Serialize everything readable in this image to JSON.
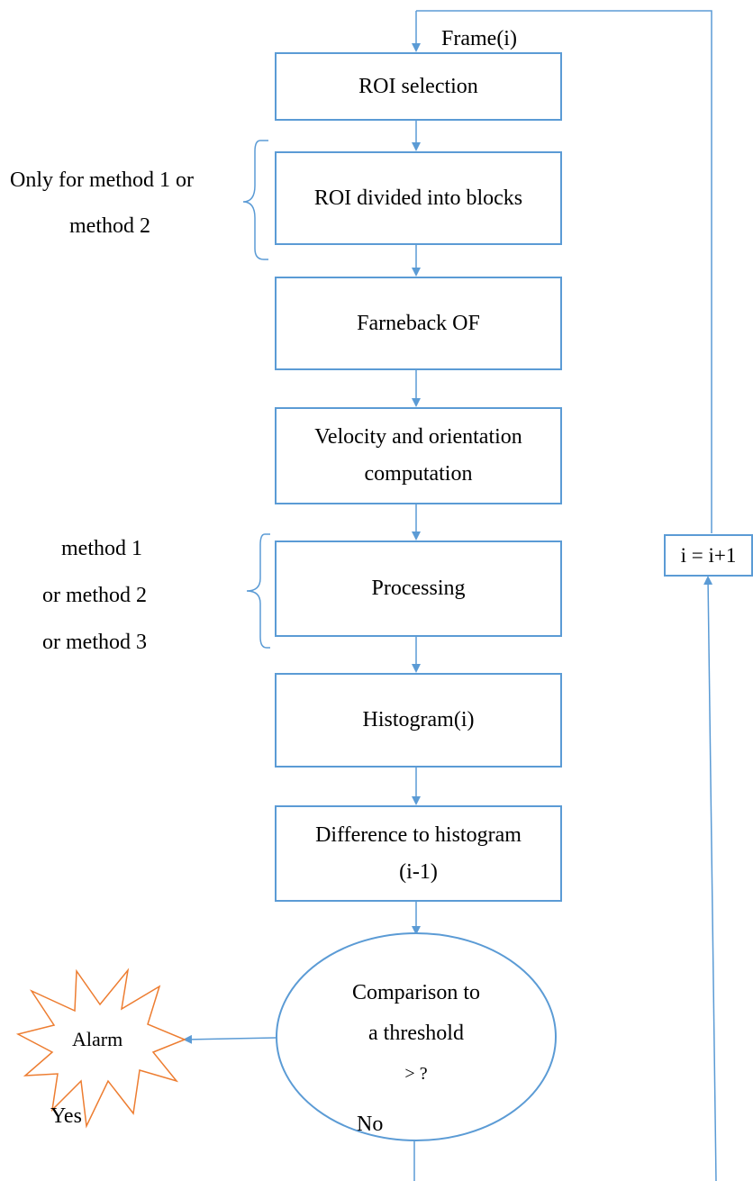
{
  "top_label": "Frame(i)",
  "steps": [
    "ROI selection",
    "ROI divided into blocks",
    "Farneback OF",
    "Velocity and orientation computation",
    "Processing",
    "Histogram(i)",
    "Difference to histogram (i-1)"
  ],
  "step_lines": {
    "velocity": [
      "Velocity and orientation",
      "computation"
    ],
    "difference": [
      "Difference to histogram",
      "(i-1)"
    ]
  },
  "note_blocks": [
    "Only for method 1 or",
    "method  2"
  ],
  "note_processing": [
    "method 1",
    "or method  2",
    "or method 3"
  ],
  "decision": [
    "Comparison to",
    "a threshold",
    "> ?"
  ],
  "alarm": "Alarm",
  "yes_label": "Yes",
  "no_label": "No",
  "increment": "i = i+1",
  "colors": {
    "line": "#5b9bd5",
    "alarm": "#ed7d31"
  }
}
